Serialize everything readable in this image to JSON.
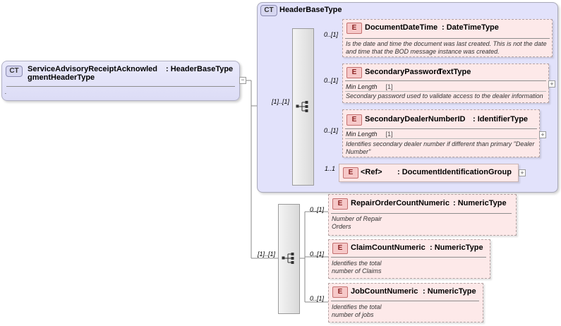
{
  "root": {
    "badge": "CT",
    "name": "ServiceAdvisoryReceiptAcknowled gmentHeaderType",
    "type": ": HeaderBaseType",
    "note": "."
  },
  "base": {
    "badge": "CT",
    "name": "HeaderBaseType",
    "occurrence": "[1]..[1]",
    "elements": [
      {
        "badge": "E",
        "name": "DocumentDateTime",
        "type": ": DateTimeType",
        "occurrence": "0..[1]",
        "description": "Is the date and time the document was last created. This is not the date and time that the BOD message instance was created."
      },
      {
        "badge": "E",
        "name": "SecondaryPassword",
        "type": ": TextType",
        "occurrence": "0..[1]",
        "facet_label": "Min Length",
        "facet_value": "[1]",
        "description": "Secondary password used to validate access to the dealer information"
      },
      {
        "badge": "E",
        "name": "SecondaryDealerNumberID",
        "type": ": IdentifierType",
        "occurrence": "0..[1]",
        "facet_label": "Min Length",
        "facet_value": "[1]",
        "description": "Identifies secondary dealer number if different than primary \"Dealer Number\""
      },
      {
        "badge": "E",
        "name": "<Ref>",
        "type": ": DocumentIdentificationGroup",
        "occurrence": "1..1"
      }
    ]
  },
  "extension": {
    "occurrence": "[1]..[1]",
    "elements": [
      {
        "badge": "E",
        "name": "RepairOrderCountNumeric",
        "type": ": NumericType",
        "occurrence": "0..[1]",
        "description": "Number of Repair Orders"
      },
      {
        "badge": "E",
        "name": "ClaimCountNumeric",
        "type": ": NumericType",
        "occurrence": "0..[1]",
        "description": "Identifies the total number of Claims"
      },
      {
        "badge": "E",
        "name": "JobCountNumeric",
        "type": ": NumericType",
        "occurrence": "0..[1]",
        "description": "Identifies the total number of jobs"
      }
    ]
  },
  "colors": {
    "complex_type_bg": "#e2e2fb",
    "element_bg": "#fde9e9",
    "element_badge": "#f6c8c8"
  }
}
